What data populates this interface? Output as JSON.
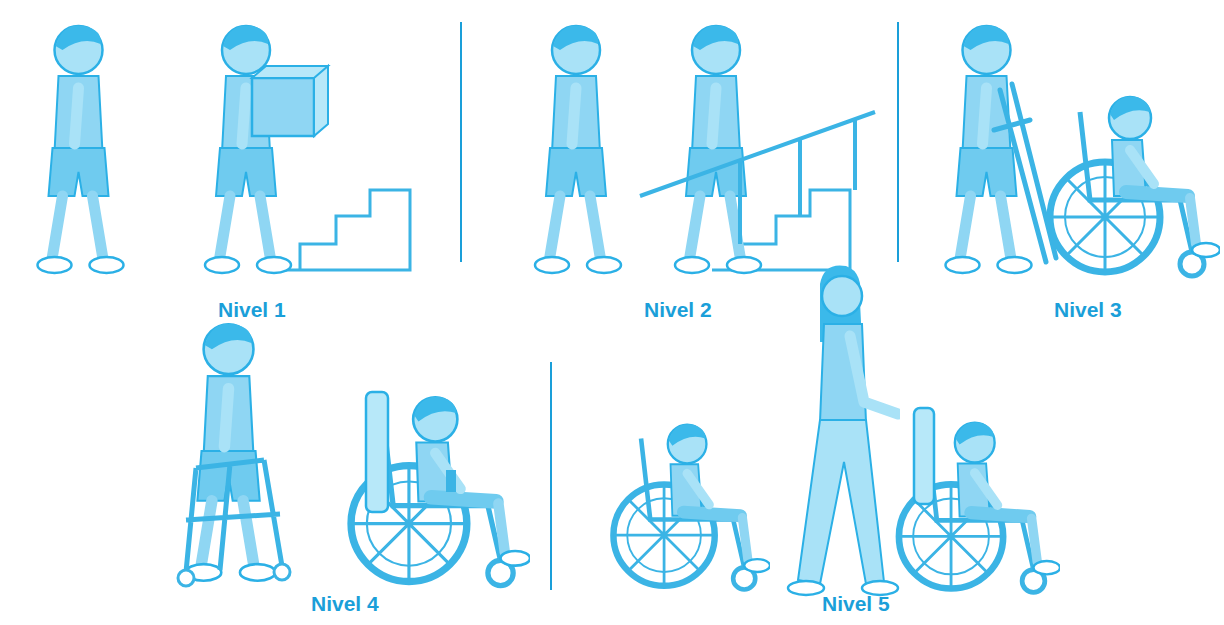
{
  "diagram": {
    "labels": [
      "Nivel 1",
      "Nivel 2",
      "Nivel 3",
      "Nivel 4",
      "Nivel 5"
    ]
  }
}
